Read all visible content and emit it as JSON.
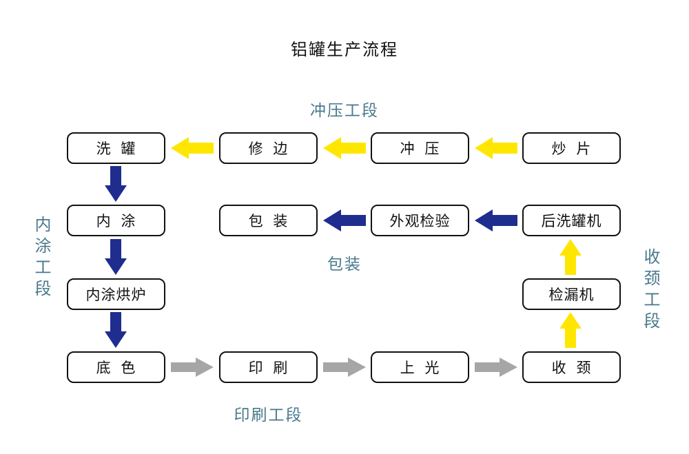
{
  "title": "铝罐生产流程",
  "section_labels": {
    "stamping": "冲压工段",
    "inner_coating": "内涂工段",
    "packaging": "包装",
    "printing": "印刷工段",
    "necking": "收颈工段"
  },
  "nodes": {
    "wash_can": "洗  罐",
    "trim": "修  边",
    "punch": "冲  压",
    "slice": "炒  片",
    "inner_coat": "内  涂",
    "package": "包  装",
    "inspect": "外观检验",
    "post_wash": "后洗罐机",
    "inner_oven": "内涂烘炉",
    "leak_test": "检漏机",
    "base_coat": "底  色",
    "print": "印  刷",
    "varnish": "上  光",
    "neck": "收  颈"
  },
  "colors": {
    "yellow_arrow": "#FFE600",
    "blue_arrow": "#1F2D8F",
    "gray_arrow": "#A6A6A6",
    "section_label": "#49798C",
    "box_border": "#111111",
    "text": "#111111",
    "background": "#FFFFFF"
  }
}
